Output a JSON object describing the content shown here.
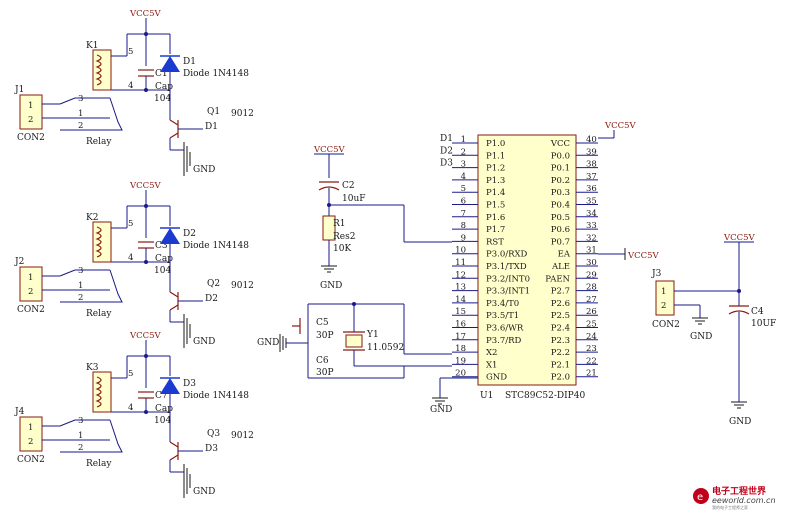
{
  "relays": [
    {
      "ref": "J1",
      "con": "CON2",
      "k": "K1",
      "relay": "Relay",
      "diode": "D1",
      "diode_part": "Diode 1N4148",
      "cap": "C1",
      "cap_name": "Cap",
      "cap_val": "104",
      "q": "Q1",
      "q_part": "9012",
      "q_net": "D1",
      "vcc": "VCC5V",
      "gnd": "GND",
      "pins": [
        "1",
        "2"
      ],
      "kpins": [
        "5",
        "4",
        "3",
        "1",
        "2"
      ]
    },
    {
      "ref": "J2",
      "con": "CON2",
      "k": "K2",
      "relay": "Relay",
      "diode": "D2",
      "diode_part": "Diode 1N4148",
      "cap": "C3",
      "cap_name": "Cap",
      "cap_val": "104",
      "q": "Q2",
      "q_part": "9012",
      "q_net": "D2",
      "vcc": "VCC5V",
      "gnd": "GND",
      "pins": [
        "1",
        "2"
      ],
      "kpins": [
        "5",
        "4",
        "3",
        "1",
        "2"
      ]
    },
    {
      "ref": "J4",
      "con": "CON2",
      "k": "K3",
      "relay": "Relay",
      "diode": "D3",
      "diode_part": "Diode 1N4148",
      "cap": "C7",
      "cap_name": "Cap",
      "cap_val": "104",
      "q": "Q3",
      "q_part": "9012",
      "q_net": "D3",
      "vcc": "VCC5V",
      "gnd": "GND",
      "pins": [
        "1",
        "2"
      ],
      "kpins": [
        "5",
        "4",
        "3",
        "1",
        "2"
      ]
    }
  ],
  "reset": {
    "vcc": "VCC5V",
    "c": "C2",
    "c_val": "10uF",
    "r": "R1",
    "r_name": "Res2",
    "r_val": "10K",
    "gnd": "GND"
  },
  "crystal": {
    "gnd": "GND",
    "c5": "C5",
    "c5_val": "30P",
    "c6": "C6",
    "c6_val": "30P",
    "y": "Y1",
    "y_val": "11.0592"
  },
  "mcu": {
    "ref": "U1",
    "part": "STC89C52-DIP40",
    "gnd": "GND",
    "ea_vcc": "VCC5V",
    "vcc_top": "VCC5V",
    "nets": [
      "D1",
      "D2",
      "D3"
    ],
    "left_pins": [
      {
        "n": "1",
        "name": "P1.0"
      },
      {
        "n": "2",
        "name": "P1.1"
      },
      {
        "n": "3",
        "name": "P1.2"
      },
      {
        "n": "4",
        "name": "P1.3"
      },
      {
        "n": "5",
        "name": "P1.4"
      },
      {
        "n": "6",
        "name": "P1.5"
      },
      {
        "n": "7",
        "name": "P1.6"
      },
      {
        "n": "8",
        "name": "P1.7"
      },
      {
        "n": "9",
        "name": "RST"
      },
      {
        "n": "10",
        "name": "P3.0/RXD"
      },
      {
        "n": "11",
        "name": "P3.1/TXD"
      },
      {
        "n": "12",
        "name": "P3.2/INT0"
      },
      {
        "n": "13",
        "name": "P3.3/INT1"
      },
      {
        "n": "14",
        "name": "P3.4/T0"
      },
      {
        "n": "15",
        "name": "P3.5/T1"
      },
      {
        "n": "16",
        "name": "P3.6/WR"
      },
      {
        "n": "17",
        "name": "P3.7/RD"
      },
      {
        "n": "18",
        "name": "X2"
      },
      {
        "n": "19",
        "name": "X1"
      },
      {
        "n": "20",
        "name": "GND"
      }
    ],
    "right_pins": [
      {
        "n": "40",
        "name": "VCC"
      },
      {
        "n": "39",
        "name": "P0.0"
      },
      {
        "n": "38",
        "name": "P0.1"
      },
      {
        "n": "37",
        "name": "P0.2"
      },
      {
        "n": "36",
        "name": "P0.3"
      },
      {
        "n": "35",
        "name": "P0.4"
      },
      {
        "n": "34",
        "name": "P0.5"
      },
      {
        "n": "33",
        "name": "P0.6"
      },
      {
        "n": "32",
        "name": "P0.7"
      },
      {
        "n": "31",
        "name": "EA"
      },
      {
        "n": "30",
        "name": "ALE"
      },
      {
        "n": "29",
        "name": "PAEN"
      },
      {
        "n": "28",
        "name": "P2.7"
      },
      {
        "n": "27",
        "name": "P2.6"
      },
      {
        "n": "26",
        "name": "P2.5"
      },
      {
        "n": "25",
        "name": "P2.4"
      },
      {
        "n": "24",
        "name": "P2.3"
      },
      {
        "n": "23",
        "name": "P2.2"
      },
      {
        "n": "22",
        "name": "P2.1"
      },
      {
        "n": "21",
        "name": "P2.0"
      }
    ]
  },
  "power": {
    "j": "J3",
    "con": "CON2",
    "pins": [
      "1",
      "2"
    ],
    "vcc": "VCC5V",
    "c": "C4",
    "c_val": "10UF",
    "gnd1": "GND",
    "gnd2": "GND"
  },
  "logo": {
    "cn": "电子工程世界",
    "en": "eeworld.com.cn",
    "tag": "我的电子工程师之家"
  },
  "colors": {
    "wire": "#1a1a8a",
    "body": "#ffffcc",
    "outline": "#8a1a10",
    "diode": "#1a3ad0",
    "logo": "#c0001a"
  }
}
